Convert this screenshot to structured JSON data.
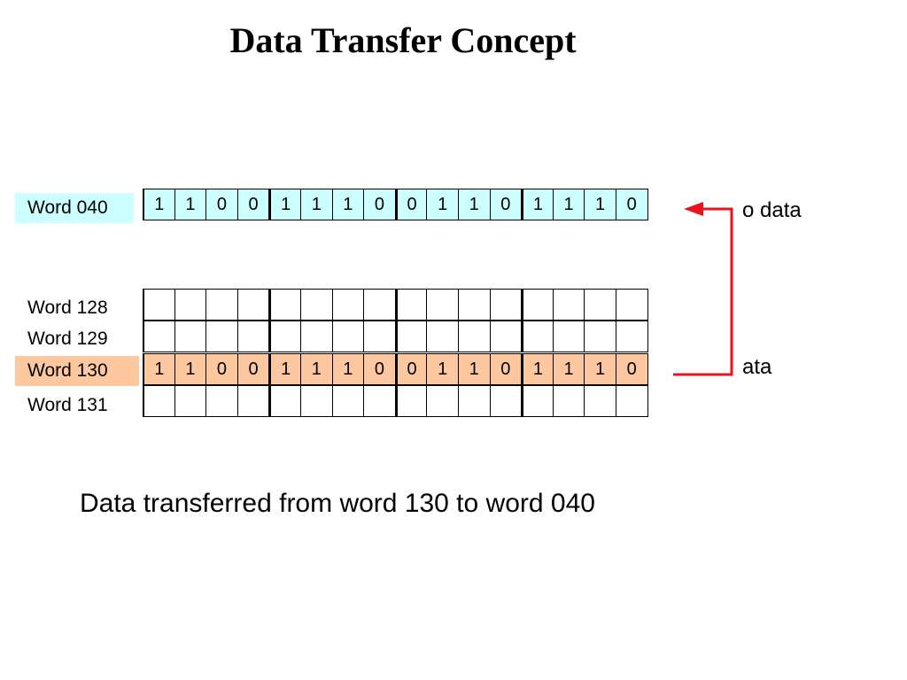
{
  "title": "Data Transfer Concept",
  "dest_word": {
    "label": "Word 040",
    "bits": [
      "1",
      "1",
      "0",
      "0",
      "1",
      "1",
      "1",
      "0",
      "0",
      "1",
      "1",
      "0",
      "1",
      "1",
      "1",
      "0"
    ]
  },
  "table_words": [
    {
      "label": "Word 128",
      "bits": [
        "",
        "",
        "",
        "",
        "",
        "",
        "",
        "",
        "",
        "",
        "",
        "",
        "",
        "",
        "",
        ""
      ]
    },
    {
      "label": "Word 129",
      "bits": [
        "",
        "",
        "",
        "",
        "",
        "",
        "",
        "",
        "",
        "",
        "",
        "",
        "",
        "",
        "",
        ""
      ]
    },
    {
      "label": "Word 130",
      "bits": [
        "1",
        "1",
        "0",
        "0",
        "1",
        "1",
        "1",
        "0",
        "0",
        "1",
        "1",
        "0",
        "1",
        "1",
        "1",
        "0"
      ]
    },
    {
      "label": "Word 131",
      "bits": [
        "",
        "",
        "",
        "",
        "",
        "",
        "",
        "",
        "",
        "",
        "",
        "",
        "",
        "",
        "",
        ""
      ]
    }
  ],
  "arrow_labels": {
    "dest": "o data",
    "source": "ata"
  },
  "caption": "Data transferred from word 130 to word 040",
  "colors": {
    "dest_fill": "#ccffff",
    "source_fill": "#fdc8a0",
    "arrow": "#e8141c"
  }
}
